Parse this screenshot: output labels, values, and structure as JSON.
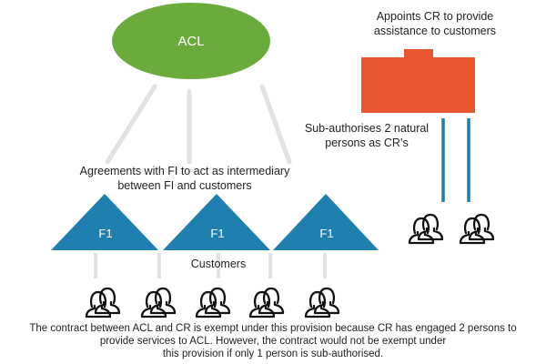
{
  "nodes": {
    "acl": {
      "label": "ACL",
      "color": "#6aab3b"
    },
    "cr": {
      "color": "#e8572f"
    },
    "fi": [
      {
        "label": "F1",
        "color": "#1f7fae"
      },
      {
        "label": "F1",
        "color": "#1f7fae"
      },
      {
        "label": "F1",
        "color": "#1f7fae"
      }
    ]
  },
  "labels": {
    "appoint_line1": "Appoints CR to provide",
    "appoint_line2": "assistance to customers",
    "subauth_line1": "Sub-authorises 2 natural",
    "subauth_line2": "persons as CR’s",
    "agreement_line1": "Agreements with FI to act as intermediary",
    "agreement_line2": "between FI and customers",
    "customers": "Customers",
    "footer_line1": "The contract between ACL and CR is exempt under this provision because CR has engaged 2 persons to",
    "footer_line2": "provide services to ACL.  However, the contract would not be exempt under",
    "footer_line3": "this provision if only 1 person is sub-authorised."
  },
  "icons": {
    "people": "people-icon"
  },
  "colors": {
    "connector_grey": "#e2e2e2",
    "connector_blue": "#1f7fae",
    "text": "#222222"
  }
}
